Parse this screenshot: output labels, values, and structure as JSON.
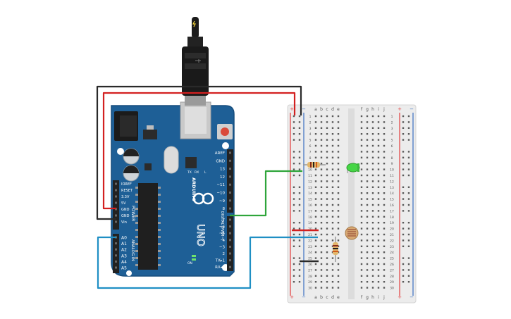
{
  "colors": {
    "board": "#1e5f96",
    "board_edge": "#174d7d",
    "header": "#222222",
    "wire_black": "#2a2a2a",
    "wire_red": "#d32020",
    "wire_green": "#2fa53b",
    "wire_blue": "#1f8fc4",
    "breadboard": "#ececec",
    "rail_red": "#e23b3b",
    "rail_blue": "#3a6fc0"
  },
  "arduino": {
    "brand": "ARDUINO",
    "model": "UNO",
    "power_section": "POWER",
    "analog_section": "ANALOG IN",
    "digital_section": "DIGITAL (PWM~)",
    "on_label": "ON",
    "tx_label": "TX",
    "rx_label": "RX",
    "l_label": "L",
    "power_pins": [
      "IOREF",
      "RESET",
      "3.3V",
      "5V",
      "GND",
      "GND",
      "Vin"
    ],
    "analog_pins": [
      "A0",
      "A1",
      "A2",
      "A3",
      "A4",
      "A5"
    ],
    "digital_top": [
      "AREF",
      "GND",
      "13",
      "12",
      "~11",
      "~10",
      "~9",
      "8"
    ],
    "digital_bottom": [
      "7",
      "~6",
      "~5",
      "4",
      "~3",
      "2",
      "TX▸1",
      "RX◂0"
    ]
  },
  "usb": {
    "icon": "lightning-bolt-icon"
  },
  "breadboard": {
    "cols_left": [
      "a",
      "b",
      "c",
      "d",
      "e"
    ],
    "cols_right": [
      "f",
      "g",
      "h",
      "i",
      "j"
    ],
    "rail_plus": "+",
    "rail_minus": "−",
    "rows": [
      "1",
      "2",
      "3",
      "4",
      "5",
      "6",
      "7",
      "8",
      "9",
      "10",
      "11",
      "12",
      "13",
      "14",
      "15",
      "16",
      "17",
      "18",
      "19",
      "20",
      "21",
      "22",
      "23",
      "24",
      "25",
      "26",
      "27",
      "28",
      "29",
      "30"
    ]
  },
  "components": {
    "led_color": "#46d646",
    "photoresistor": "photoresistor-icon",
    "resistor_top": "resistor-icon",
    "resistor_bottom": "resistor-icon"
  }
}
